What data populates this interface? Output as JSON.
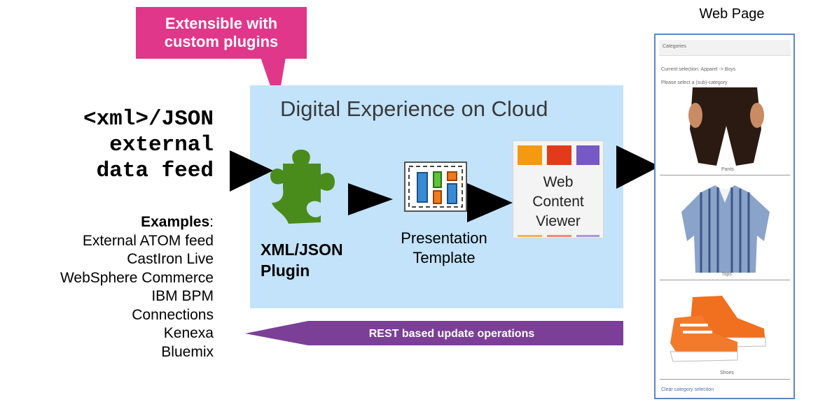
{
  "callout": {
    "line1": "Extensible with",
    "line2": "custom plugins"
  },
  "feed": {
    "line1": "<xml>/JSON",
    "line2": "external",
    "line3": "data feed"
  },
  "examples": {
    "heading": "Examples",
    "items": [
      "External ATOM feed",
      "CastIron Live",
      "WebSphere Commerce",
      "IBM BPM",
      "Connections",
      "Kenexa",
      "Bluemix"
    ]
  },
  "cloud": {
    "title": "Digital Experience on Cloud",
    "plugin_label_1": "XML/JSON",
    "plugin_label_2": "Plugin",
    "presentation_label_1": "Presentation",
    "presentation_label_2": "Template",
    "wcv_1": "Web",
    "wcv_2": "Content",
    "wcv_3": "Viewer"
  },
  "rest": {
    "label": "REST based update operations"
  },
  "webpage": {
    "title": "Web Page",
    "header": "Categories",
    "current_selection": "Current selection: Apparel -> Boys",
    "select_prompt": "Please select a (sub)-category",
    "item1": "Pants",
    "item2": "Tops",
    "item3": "Shoes",
    "clear": "Clear category selection"
  },
  "colors": {
    "callout": "#e0378a",
    "cloud": "#c2e3fa",
    "rest_arrow": "#7b3f98",
    "puzzle": "#4a8c1c",
    "webpage_border": "#5a87c5"
  }
}
